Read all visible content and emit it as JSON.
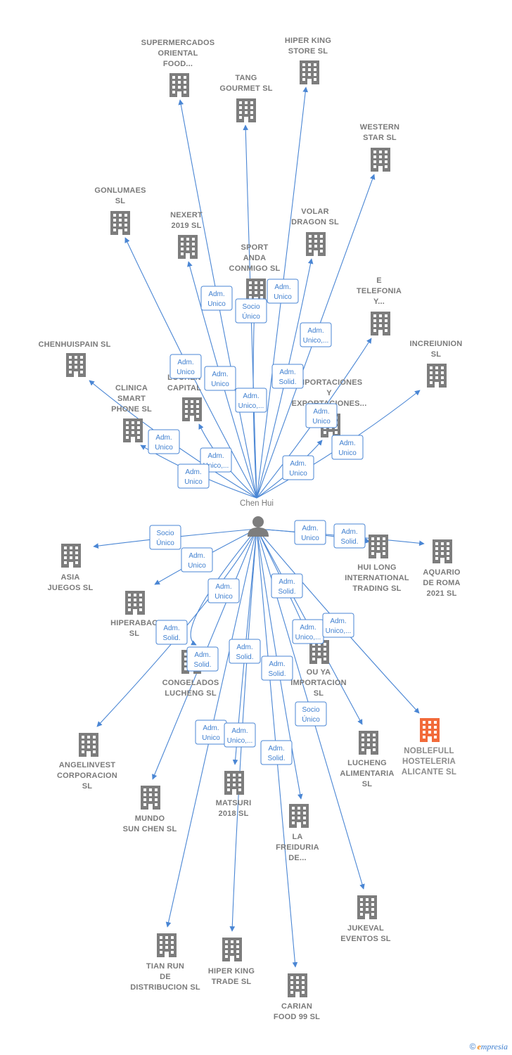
{
  "colors": {
    "edge": "#4a86d4",
    "building": "#7d7d7d",
    "highlight": "#f26a3a",
    "person": "#7d7d7d"
  },
  "center": {
    "name": "Chen Hui",
    "icon": "person-icon"
  },
  "brand": {
    "copyright": "©",
    "initial": "e",
    "rest": "mpresia"
  },
  "nodes": [
    {
      "id": "supermercados",
      "lines": [
        "SUPERMERCADOS",
        "ORIENTAL",
        "FOOD..."
      ],
      "icon": "building-icon"
    },
    {
      "id": "hiperking_store",
      "lines": [
        "HIPER KING",
        "STORE SL"
      ],
      "icon": "building-icon"
    },
    {
      "id": "tang",
      "lines": [
        "TANG",
        "GOURMET  SL"
      ],
      "icon": "building-icon"
    },
    {
      "id": "western",
      "lines": [
        "WESTERN",
        "STAR SL"
      ],
      "icon": "building-icon"
    },
    {
      "id": "gonlumaes",
      "lines": [
        "GONLUMAES",
        "SL"
      ],
      "icon": "building-icon"
    },
    {
      "id": "nexert",
      "lines": [
        "NEXERT",
        "2019  SL"
      ],
      "icon": "building-icon"
    },
    {
      "id": "volar",
      "lines": [
        "VOLAR",
        "DRAGON SL"
      ],
      "icon": "building-icon"
    },
    {
      "id": "sport",
      "lines": [
        "SPORT",
        "ANDA",
        "CONMIGO  SL"
      ],
      "icon": "building-icon"
    },
    {
      "id": "etelefonia",
      "lines": [
        "E",
        "TELEFONIA",
        "Y..."
      ],
      "icon": "building-icon"
    },
    {
      "id": "chenhuispain",
      "lines": [
        "CHENHUISPAIN SL"
      ],
      "icon": "building-icon"
    },
    {
      "id": "increiunion",
      "lines": [
        "INCREIUNION",
        "SL"
      ],
      "icon": "building-icon"
    },
    {
      "id": "lochen",
      "lines": [
        "LOCHEN",
        "CAPITAL"
      ],
      "icon": "building-icon"
    },
    {
      "id": "importaciones",
      "lines": [
        "IMPORTACIONES",
        "Y",
        "EXPORTACIONES..."
      ],
      "icon": "building-icon"
    },
    {
      "id": "clinica",
      "lines": [
        "CLINICA",
        "SMART",
        "PHONE  SL"
      ],
      "icon": "building-icon"
    },
    {
      "id": "asia",
      "lines": [
        "ASIA",
        "JUEGOS  SL"
      ],
      "icon": "building-icon"
    },
    {
      "id": "huilong",
      "lines": [
        "HUI LONG",
        "INTERNATIONAL",
        "TRADING  SL"
      ],
      "icon": "building-icon"
    },
    {
      "id": "aquario",
      "lines": [
        "AQUARIO",
        "DE ROMA",
        "2021  SL"
      ],
      "icon": "building-icon"
    },
    {
      "id": "hiperabao",
      "lines": [
        "HIPERABAO",
        "SL"
      ],
      "icon": "building-icon"
    },
    {
      "id": "congelados",
      "lines": [
        "CONGELADOS",
        "LUCHENG  SL"
      ],
      "icon": "building-icon"
    },
    {
      "id": "ouya",
      "lines": [
        "OU YA",
        "IMPORTACION",
        "SL"
      ],
      "icon": "building-icon"
    },
    {
      "id": "noblefull",
      "lines": [
        "NOBLEFULL",
        "HOSTELERIA",
        "ALICANTE  SL"
      ],
      "icon": "building-icon",
      "highlight": true
    },
    {
      "id": "lucheng_alim",
      "lines": [
        "LUCHENG",
        "ALIMENTARIA",
        "SL"
      ],
      "icon": "building-icon"
    },
    {
      "id": "angelinvest",
      "lines": [
        "ANGELINVEST",
        "CORPORACION",
        "SL"
      ],
      "icon": "building-icon"
    },
    {
      "id": "matsuri",
      "lines": [
        "MATSURI",
        "2018  SL"
      ],
      "icon": "building-icon"
    },
    {
      "id": "mundo",
      "lines": [
        "MUNDO",
        "SUN CHEN SL"
      ],
      "icon": "building-icon"
    },
    {
      "id": "freiduria",
      "lines": [
        "LA",
        "FREIDURIA",
        "DE..."
      ],
      "icon": "building-icon"
    },
    {
      "id": "jukeval",
      "lines": [
        "JUKEVAL",
        "EVENTOS  SL"
      ],
      "icon": "building-icon"
    },
    {
      "id": "tianrun",
      "lines": [
        "TIAN RUN",
        "DE",
        "DISTRIBUCION SL"
      ],
      "icon": "building-icon"
    },
    {
      "id": "hiperking_trade",
      "lines": [
        "HIPER KING",
        "TRADE  SL"
      ],
      "icon": "building-icon"
    },
    {
      "id": "carian",
      "lines": [
        "CARIAN",
        "FOOD 99  SL"
      ],
      "icon": "building-icon"
    }
  ],
  "relations": [
    {
      "target": "supermercados",
      "lines": [
        "Adm.",
        "Unico"
      ]
    },
    {
      "target": "hiperking_store",
      "lines": [
        "Adm.",
        "Unico"
      ]
    },
    {
      "target": "tang",
      "lines": [
        "Socio",
        "Único"
      ]
    },
    {
      "target": "western",
      "lines": [
        "Adm.",
        "Unico,..."
      ]
    },
    {
      "target": "gonlumaes",
      "lines": [
        "Adm.",
        "Unico"
      ]
    },
    {
      "target": "nexert",
      "lines": [
        "Adm.",
        "Unico"
      ]
    },
    {
      "target": "volar",
      "lines": [
        "Adm.",
        "Solid."
      ]
    },
    {
      "target": "sport",
      "lines": [
        "Adm.",
        "Unico,..."
      ]
    },
    {
      "target": "etelefonia",
      "lines": [
        "Adm.",
        "Unico"
      ]
    },
    {
      "target": "chenhuispain",
      "lines": [
        "Adm.",
        "Unico"
      ]
    },
    {
      "target": "increiunion",
      "lines": [
        "Adm.",
        "Unico"
      ]
    },
    {
      "target": "lochen",
      "lines": [
        "Adm.",
        "Unico,..."
      ]
    },
    {
      "target": "importaciones",
      "lines": [
        "Adm.",
        "Unico"
      ]
    },
    {
      "target": "clinica",
      "lines": [
        "Adm.",
        "Unico"
      ]
    },
    {
      "target": "asia",
      "lines": [
        "Socio",
        "Único"
      ]
    },
    {
      "target": "huilong",
      "lines": [
        "Adm.",
        "Unico"
      ]
    },
    {
      "target": "aquario",
      "lines": [
        "Adm.",
        "Solid."
      ]
    },
    {
      "target": "hiperabao",
      "lines": [
        "Adm.",
        "Unico"
      ]
    },
    {
      "target": "congelados",
      "lines": [
        "Adm.",
        "Solid."
      ]
    },
    {
      "target": "ouya",
      "lines": [
        "Adm.",
        "Unico,..."
      ]
    },
    {
      "target": "noblefull",
      "lines": [
        "Adm.",
        "Unico,..."
      ]
    },
    {
      "target": "lucheng_alim",
      "lines": [
        "Adm.",
        "Solid."
      ]
    },
    {
      "target": "angelinvest",
      "lines": [
        "Adm.",
        "Unico"
      ]
    },
    {
      "target": "matsuri",
      "lines": [
        "Adm.",
        "Solid."
      ]
    },
    {
      "target": "mundo",
      "lines": [
        "Adm.",
        "Solid."
      ]
    },
    {
      "target": "freiduria",
      "lines": [
        "Adm.",
        "Solid."
      ]
    },
    {
      "target": "jukeval",
      "lines": [
        "Socio",
        "Único"
      ]
    },
    {
      "target": "tianrun",
      "lines": [
        "Adm.",
        "Unico"
      ]
    },
    {
      "target": "hiperking_trade",
      "lines": [
        "Adm.",
        "Unico,..."
      ]
    },
    {
      "target": "carian",
      "lines": [
        "Adm.",
        "Solid."
      ]
    }
  ]
}
